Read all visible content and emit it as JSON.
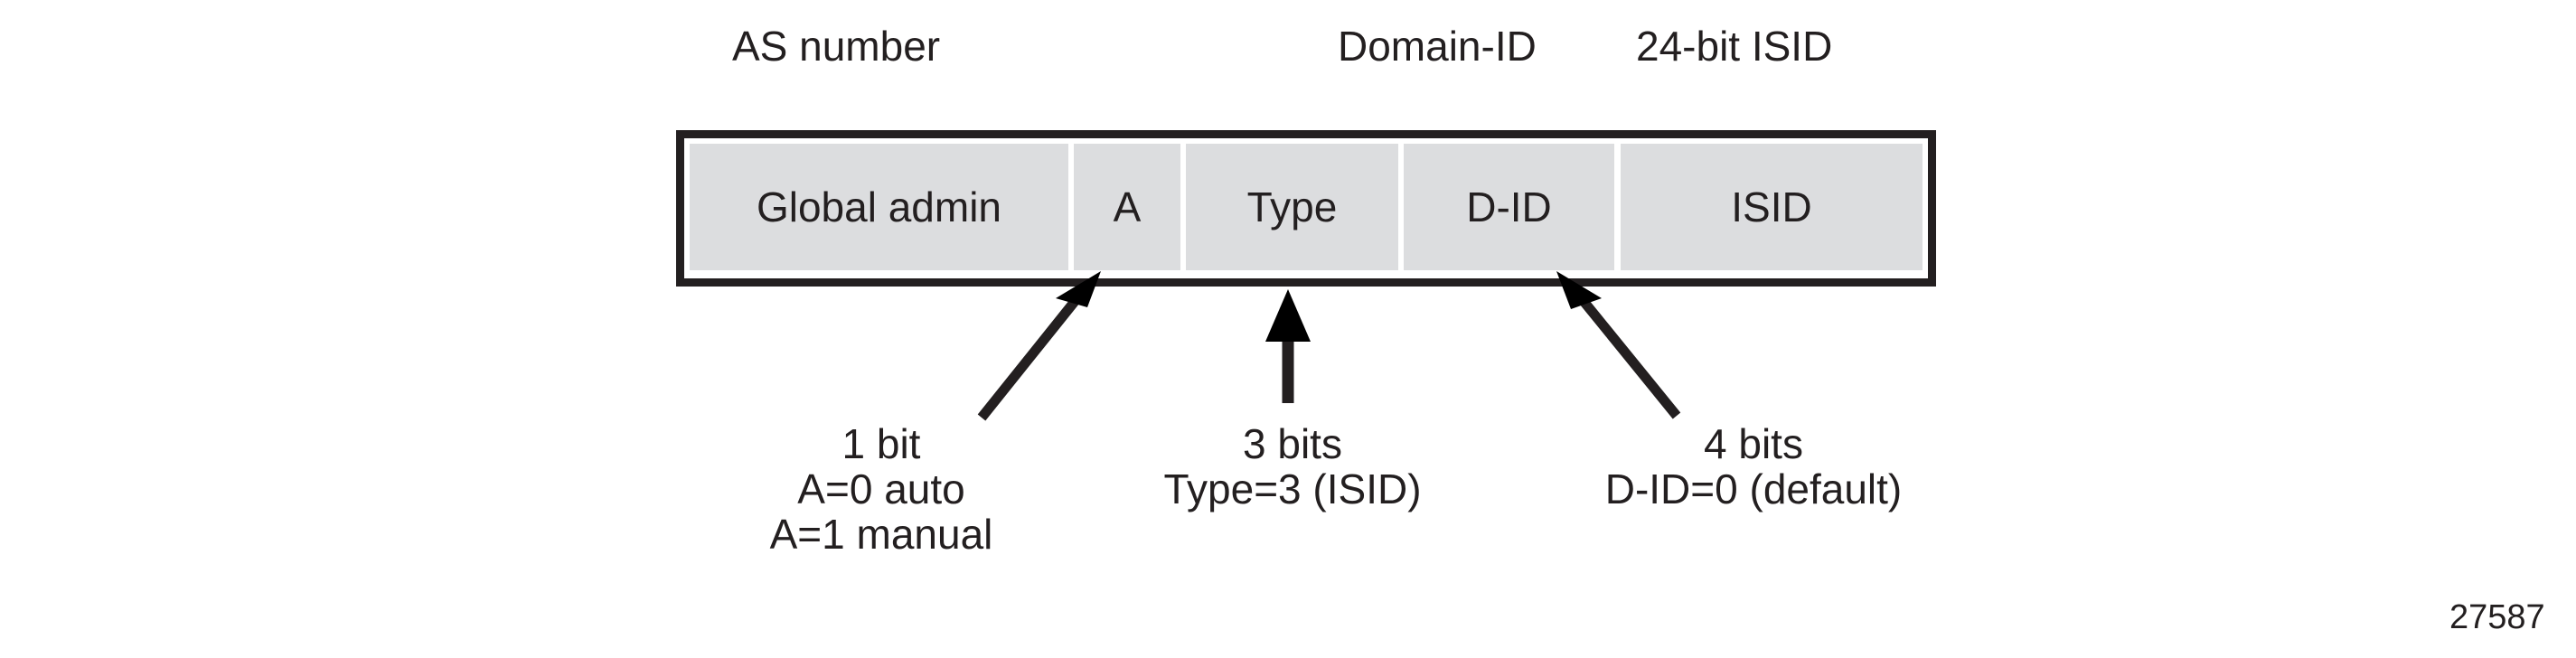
{
  "figure": {
    "number": "27587",
    "top_labels": [
      {
        "name": "as-number",
        "text": "AS number"
      },
      {
        "name": "domain-id",
        "text": "Domain-ID"
      },
      {
        "name": "24-bit-isid",
        "text": "24-bit ISID"
      }
    ],
    "fields": [
      {
        "name": "global-admin",
        "label": "Global admin"
      },
      {
        "name": "a",
        "label": "A"
      },
      {
        "name": "type",
        "label": "Type"
      },
      {
        "name": "d-id",
        "label": "D-ID"
      },
      {
        "name": "isid",
        "label": "ISID"
      }
    ],
    "annotations": [
      {
        "name": "a-field-note",
        "lines": [
          "1 bit",
          "A=0 auto",
          "A=1 manual"
        ]
      },
      {
        "name": "type-field-note",
        "lines": [
          "3 bits",
          "Type=3 (ISID)"
        ]
      },
      {
        "name": "d-id-field-note",
        "lines": [
          "4 bits",
          "D-ID=0 (default)"
        ]
      }
    ],
    "colors": {
      "ink": "#231f20",
      "cell_fill": "#dcdddf",
      "background": "#ffffff"
    }
  }
}
